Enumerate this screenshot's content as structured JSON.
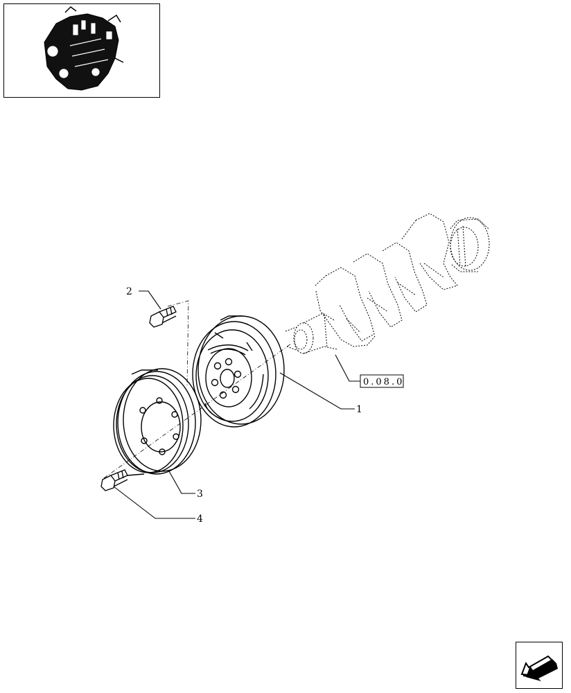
{
  "diagram": {
    "callouts": {
      "c1": "1",
      "c2": "2",
      "c3": "3",
      "c4": "4"
    },
    "reference_box": "0.08.0"
  },
  "icons": {
    "thumbnail": "engine-thumbnail-icon",
    "navigation": "next-page-arrow-icon"
  },
  "colors": {
    "line": "#000000",
    "background": "#ffffff"
  }
}
